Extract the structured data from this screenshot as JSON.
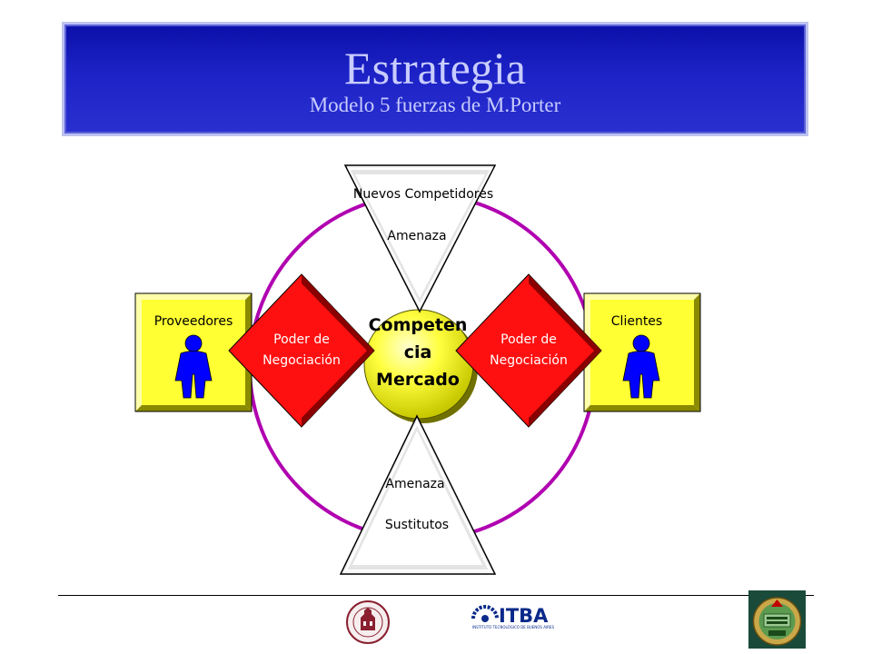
{
  "header": {
    "title": "Estrategia",
    "subtitle": "Modelo 5 fuerzas de M.Porter"
  },
  "diagram": {
    "center": [
      "Competen",
      "cia",
      "Mercado"
    ],
    "top_triangle": {
      "label": "Nuevos Competidores",
      "threat": "Amenaza"
    },
    "bottom_triangle": {
      "label": "Sustitutos",
      "threat": "Amenaza"
    },
    "left_box": {
      "label": "Proveedores"
    },
    "right_box": {
      "label": "Clientes"
    },
    "left_diamond": [
      "Poder de",
      "Negociación"
    ],
    "right_diamond": [
      "Poder de",
      "Negociación"
    ]
  },
  "footer": {
    "itba_logo_text": "ITBA",
    "itba_subtext": "INSTITUTO TECNOLÓGICO DE BUENOS AIRES"
  },
  "colors": {
    "header_blue": "#1c22c6",
    "header_text": "#c8ccff",
    "circle": "#b000b0",
    "box_yellow": "#ffff33",
    "diamond_red": "#ff1010",
    "figure_blue": "#0000ff",
    "center_yellow": "#ffff40"
  }
}
